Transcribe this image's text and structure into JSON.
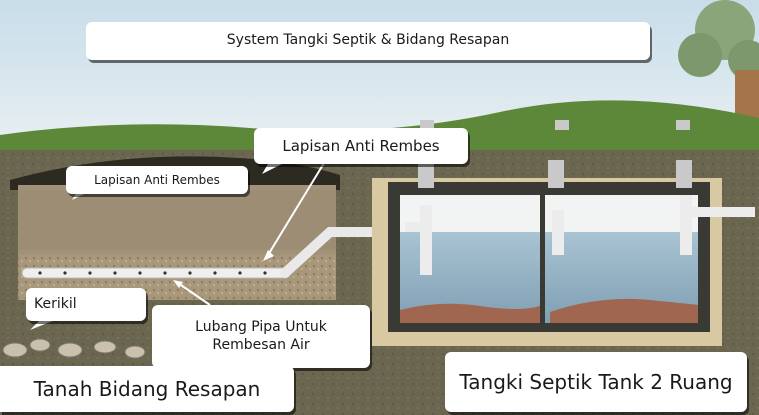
{
  "title": "System Tangki Septik & Bidang Resapan",
  "labels": {
    "lapisan_atas": "Lapisan Anti Rembes",
    "lapisan_kiri": "Lapisan Anti Rembes",
    "kerikil": "Kerikil",
    "lubang_pipa": "Lubang Pipa Untuk Rembesan Air",
    "tanah_bidang": "Tanah Bidang Resapan",
    "tangki": "Tangki Septik Tank 2 Ruang"
  },
  "colors": {
    "sky": "#cfe3ef",
    "grass": "#5f8a3a",
    "soil": "#6e6a4e",
    "gravel": "#b5a47f",
    "water": "#8fb0c4",
    "tank_wall": "#3a3a34",
    "pipe": "#eaeaea"
  }
}
